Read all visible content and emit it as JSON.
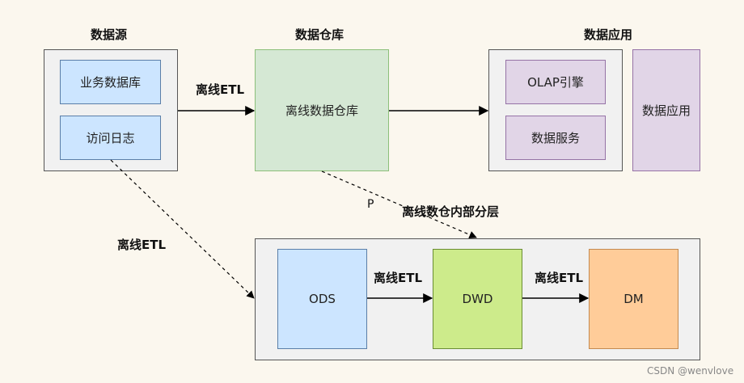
{
  "titles": {
    "sources": "数据源",
    "warehouse": "数据仓库",
    "application": "数据应用"
  },
  "nodes": {
    "business_db": "业务数据库",
    "access_log": "访问日志",
    "offline_dw": "离线数据仓库",
    "olap_engine": "OLAP引擎",
    "data_service": "数据服务",
    "data_app": "数据应用",
    "ods": "ODS",
    "dwd": "DWD",
    "dm": "DM"
  },
  "edge_labels": {
    "sources_to_dw": "离线ETL",
    "log_to_ods": "离线ETL",
    "ods_to_dwd": "离线ETL",
    "dwd_to_dm": "离线ETL",
    "dw_internal": "离线数仓内部分层",
    "p_mark": "P"
  },
  "watermark": "CSDN @wenvlove",
  "colors": {
    "background": "#fbf7ee",
    "container": "#f1f1f1",
    "blue": "#cce5ff",
    "green": "#d5e8d4",
    "purple": "#e1d5e7",
    "lime": "#cdeb8b",
    "orange": "#ffcc99"
  }
}
